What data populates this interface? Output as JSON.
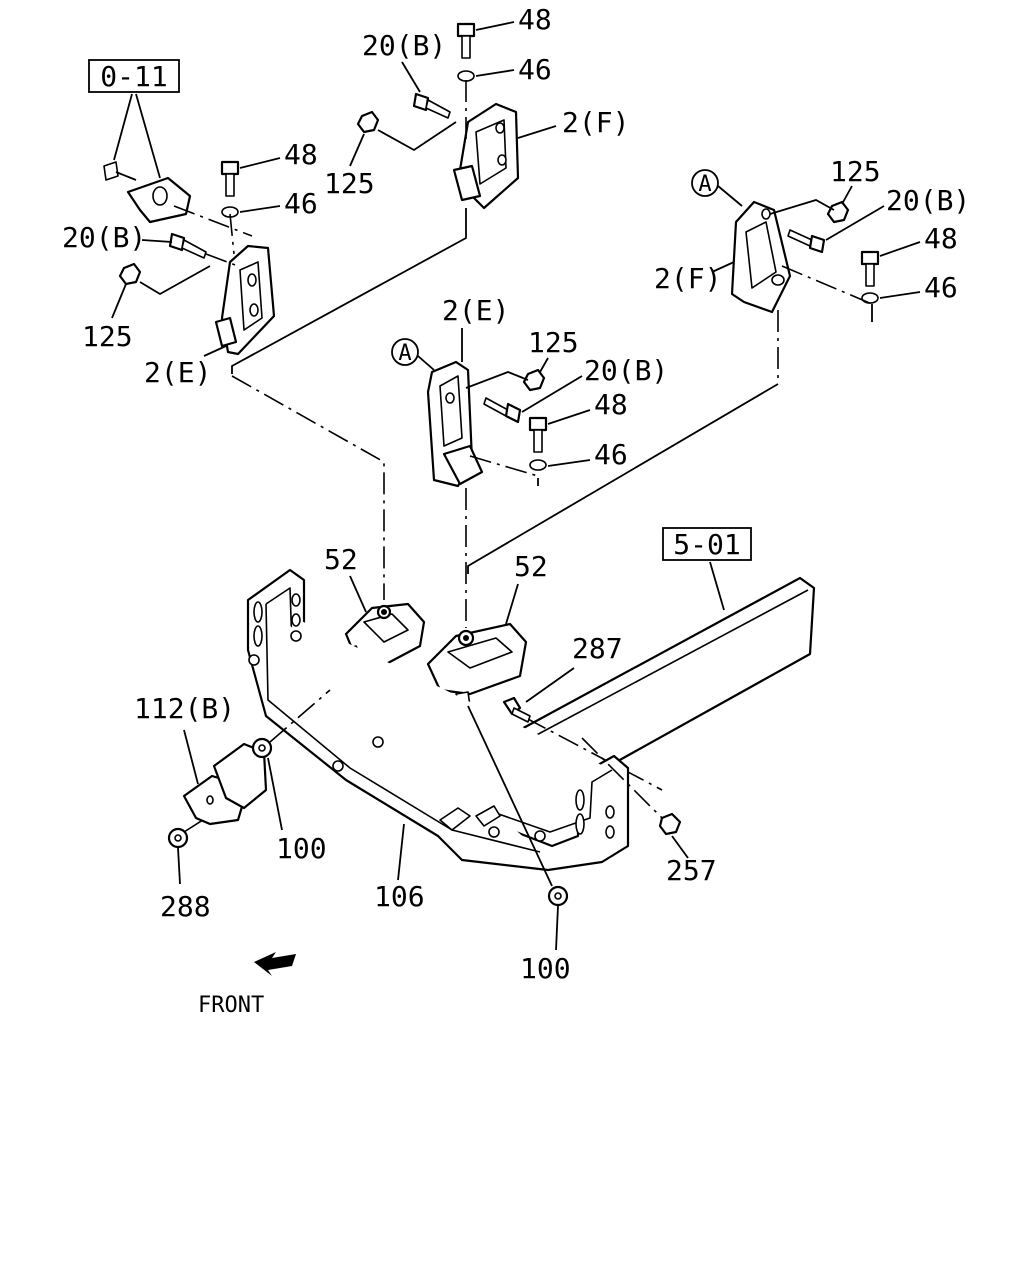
{
  "refs": {
    "r0_11": "0-11",
    "r5_01": "5-01"
  },
  "circle_ref": "A",
  "labels": {
    "l48_top": "48",
    "l46_top": "46",
    "l20b_top": "20(B)",
    "l2f_top": "2(F)",
    "l125_top": "125",
    "l48_left": "48",
    "l46_left": "46",
    "l20b_left": "20(B)",
    "l125_left": "125",
    "l2e_left": "2(E)",
    "l125_right": "125",
    "l20b_right": "20(B)",
    "l48_right": "48",
    "l46_right": "46",
    "l2f_right": "2(F)",
    "l2e_mid": "2(E)",
    "l125_mid": "125",
    "l20b_mid": "20(B)",
    "l48_mid": "48",
    "l46_mid": "46",
    "l52_left": "52",
    "l52_right": "52",
    "l287": "287",
    "l112b": "112(B)",
    "l100_left": "100",
    "l288": "288",
    "l106": "106",
    "l257": "257",
    "l100_bottom": "100"
  },
  "front_label": "FRONT"
}
